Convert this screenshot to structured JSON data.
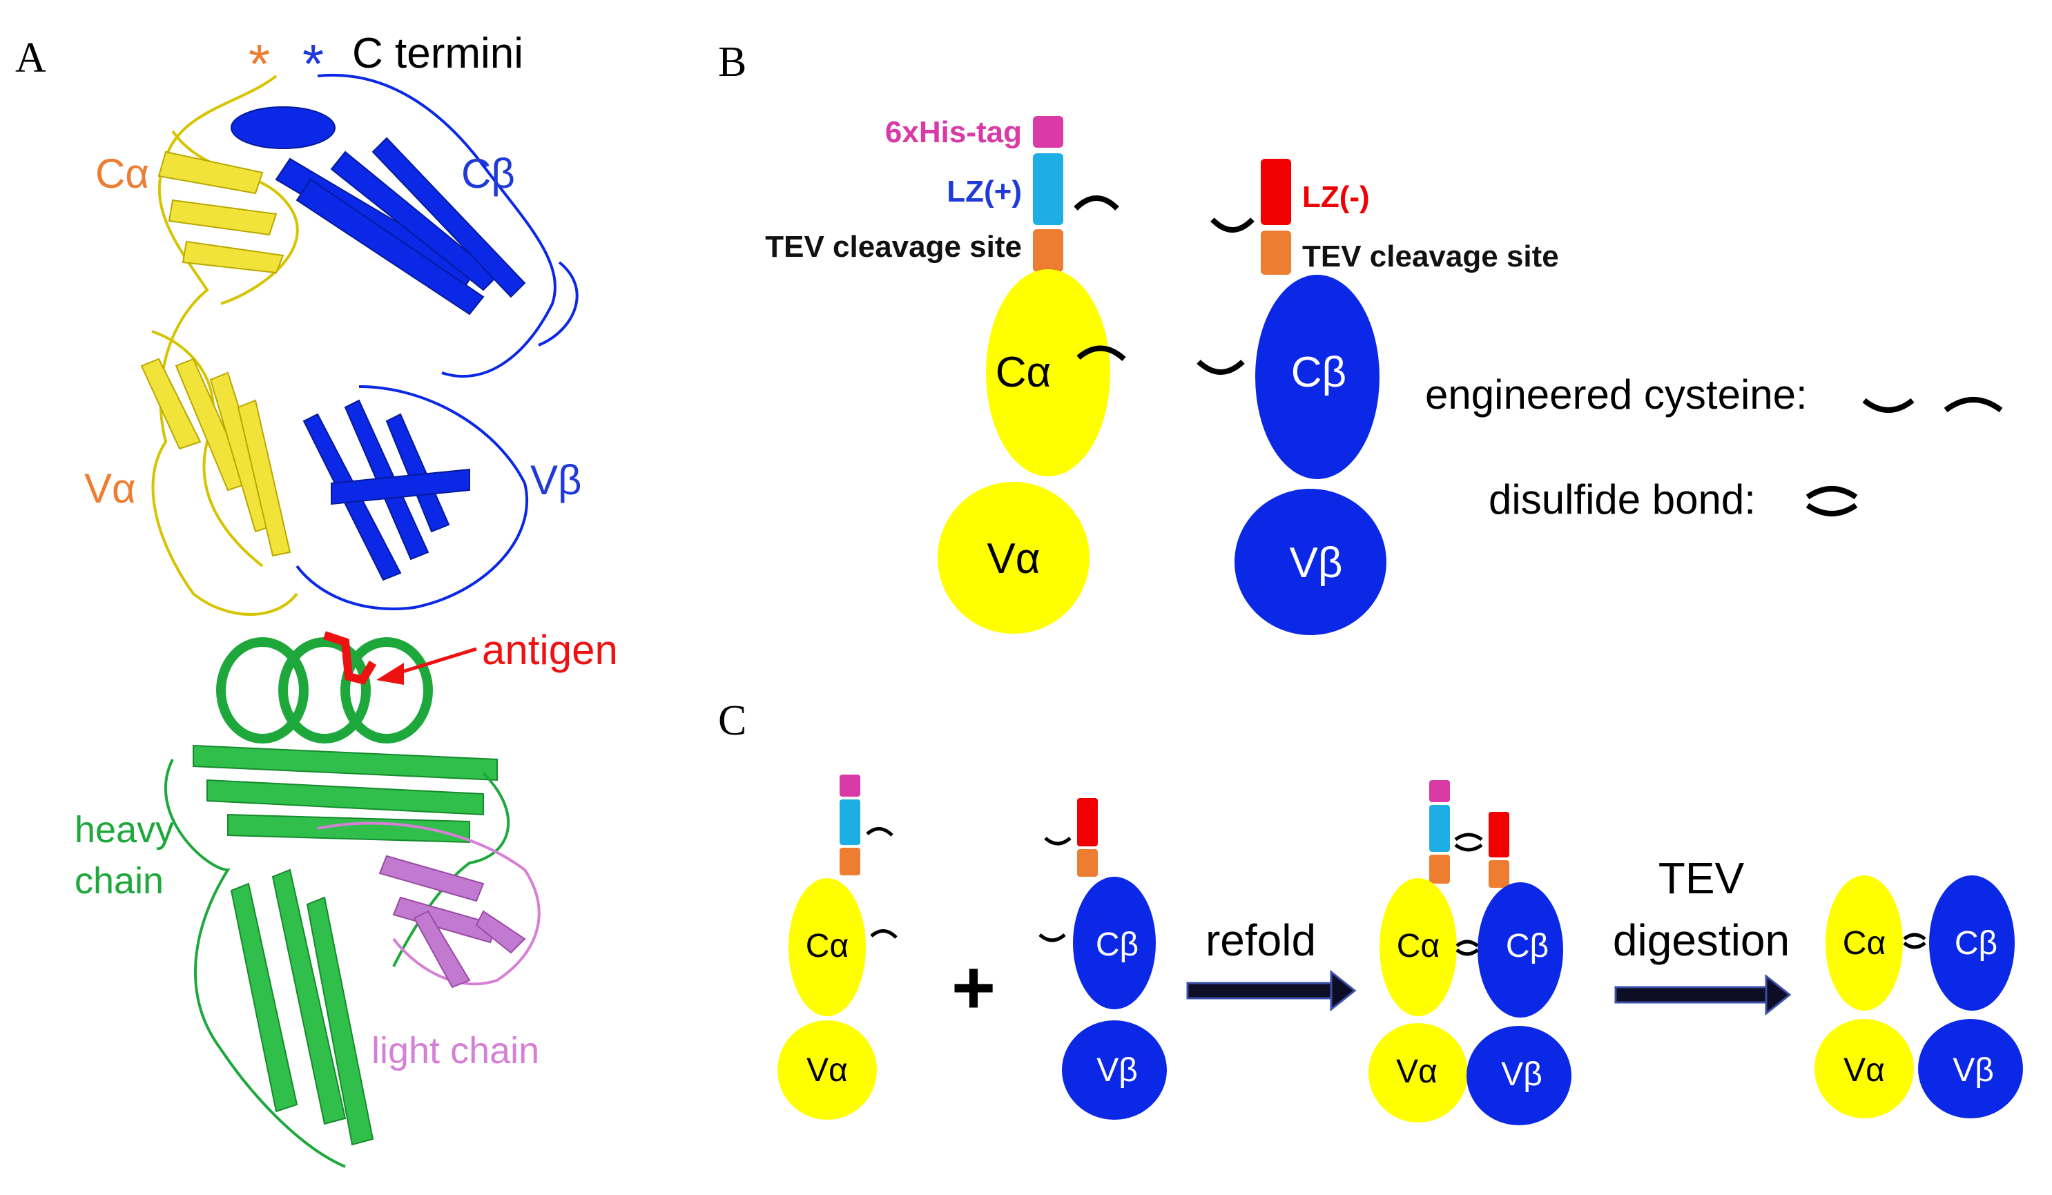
{
  "panels": {
    "A": {
      "letter": "A",
      "c_termini_label": "C termini",
      "asterisk": "*",
      "labels": {
        "c_alpha": "Cα",
        "c_beta": "Cβ",
        "v_alpha": "Vα",
        "v_beta": "Vβ",
        "antigen": "antigen",
        "heavy_chain_1": "heavy",
        "heavy_chain_2": "chain",
        "light_chain": "light chain"
      }
    },
    "B": {
      "letter": "B",
      "his_tag": "6xHis-tag",
      "lz_plus": "LZ(+)",
      "lz_minus": "LZ(-)",
      "tev_site_left": "TEV cleavage site",
      "tev_site_right": "TEV cleavage site",
      "c_alpha": "Cα",
      "c_beta": "Cβ",
      "v_alpha": "Vα",
      "v_beta": "Vβ",
      "legend_cysteine": "engineered cysteine:",
      "legend_disulfide": "disulfide bond:"
    },
    "C": {
      "letter": "C",
      "plus": "+",
      "refold": "refold",
      "tev_1": "TEV",
      "tev_2": "digestion",
      "c_alpha": "Cα",
      "c_beta": "Cβ",
      "v_alpha": "Vα",
      "v_beta": "Vβ"
    }
  },
  "colors": {
    "alpha_chain": "#ffff00",
    "beta_chain": "#0a28e6",
    "his_tag": "#d93aa6",
    "lz_plus": "#1eaee6",
    "lz_minus": "#f00000",
    "tev_site": "#ed7d31",
    "orange_label": "#ed7d31",
    "blue_label": "#1f3ad8",
    "heavy_chain": "#1ea83c",
    "light_chain": "#d67fd6",
    "antigen": "#ee1111"
  }
}
